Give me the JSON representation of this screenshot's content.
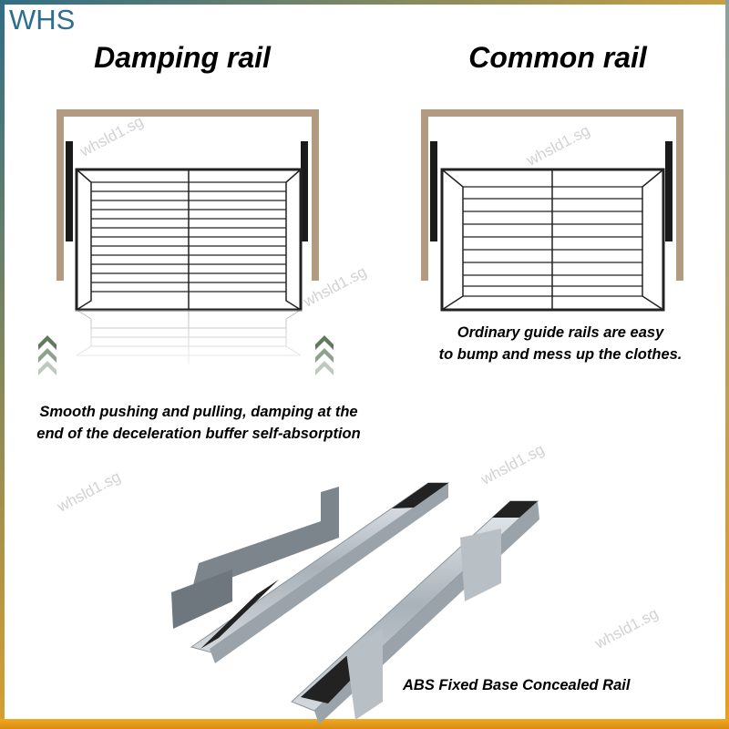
{
  "logo": "WHS",
  "left": {
    "title": "Damping rail",
    "caption_lines": [
      "Smooth pushing and pulling, damping at the",
      "end of the deceleration buffer self-absorption"
    ]
  },
  "right": {
    "title": "Common rail",
    "caption_lines": [
      "Ordinary guide rails are easy",
      "to bump and mess up the clothes."
    ]
  },
  "product": {
    "caption": "ABS Fixed Base Concealed Rail"
  },
  "watermark": "whsld1.sg",
  "colors": {
    "frame": "#b29b80",
    "logo": "#2e6e8e",
    "arrow": "#5f7a5c",
    "border_bottom": "#f0a820"
  }
}
